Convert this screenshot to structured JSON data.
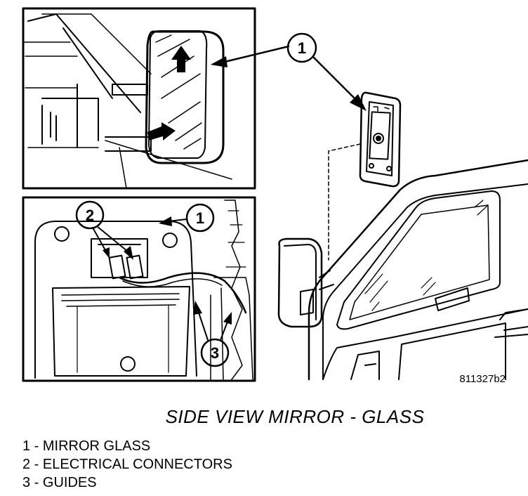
{
  "callouts": {
    "top_right": "1",
    "bottom_left_2": "2",
    "bottom_right_1": "1",
    "bottom_3": "3"
  },
  "figure_number": "811327b2",
  "caption": "SIDE VIEW MIRROR - GLASS",
  "legend": [
    "1 - MIRROR GLASS",
    "2 - ELECTRICAL CONNECTORS",
    "3 - GUIDES"
  ]
}
